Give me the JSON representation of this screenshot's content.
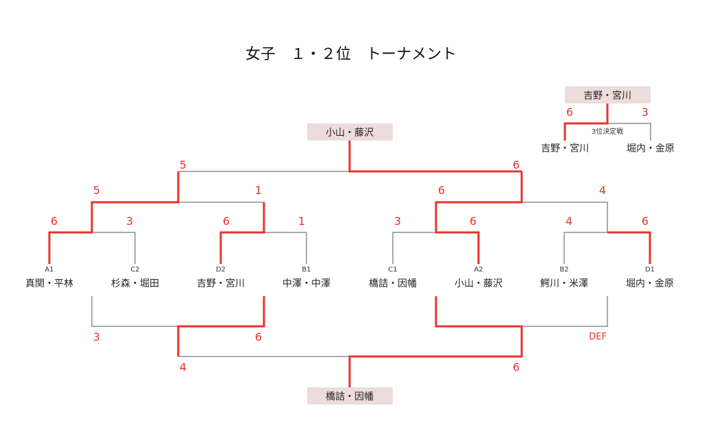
{
  "title": "女子　１・２位　トーナメント",
  "third_place": {
    "label": "3位決定戦",
    "winner": "吉野・宮川",
    "players": [
      "吉野・宮川",
      "堀内・金原"
    ],
    "scores": [
      "6",
      "3"
    ]
  },
  "top_champion": "小山・藤沢",
  "bottom_champion": "橋詰・因幡",
  "seeds": [
    "A1",
    "C2",
    "D2",
    "B1",
    "C1",
    "A2",
    "B2",
    "D1"
  ],
  "players": [
    "真関・平林",
    "杉森・堀田",
    "吉野・宮川",
    "中澤・中澤",
    "橋詰・因幡",
    "小山・藤沢",
    "鰐川・米澤",
    "堀内・金原"
  ],
  "top_bracket": {
    "round1_scores": [
      "6",
      "3",
      "6",
      "1",
      "3",
      "6",
      "4",
      "6"
    ],
    "round2_scores": [
      "5",
      "1",
      "6",
      "4"
    ],
    "final_scores": [
      "5",
      "6"
    ]
  },
  "bottom_bracket": {
    "round1_scores": [
      "3",
      "6",
      "DEF"
    ],
    "final_scores": [
      "4",
      "6"
    ]
  },
  "colors": {
    "win": "#e8322e",
    "box": "#eddcdc"
  }
}
